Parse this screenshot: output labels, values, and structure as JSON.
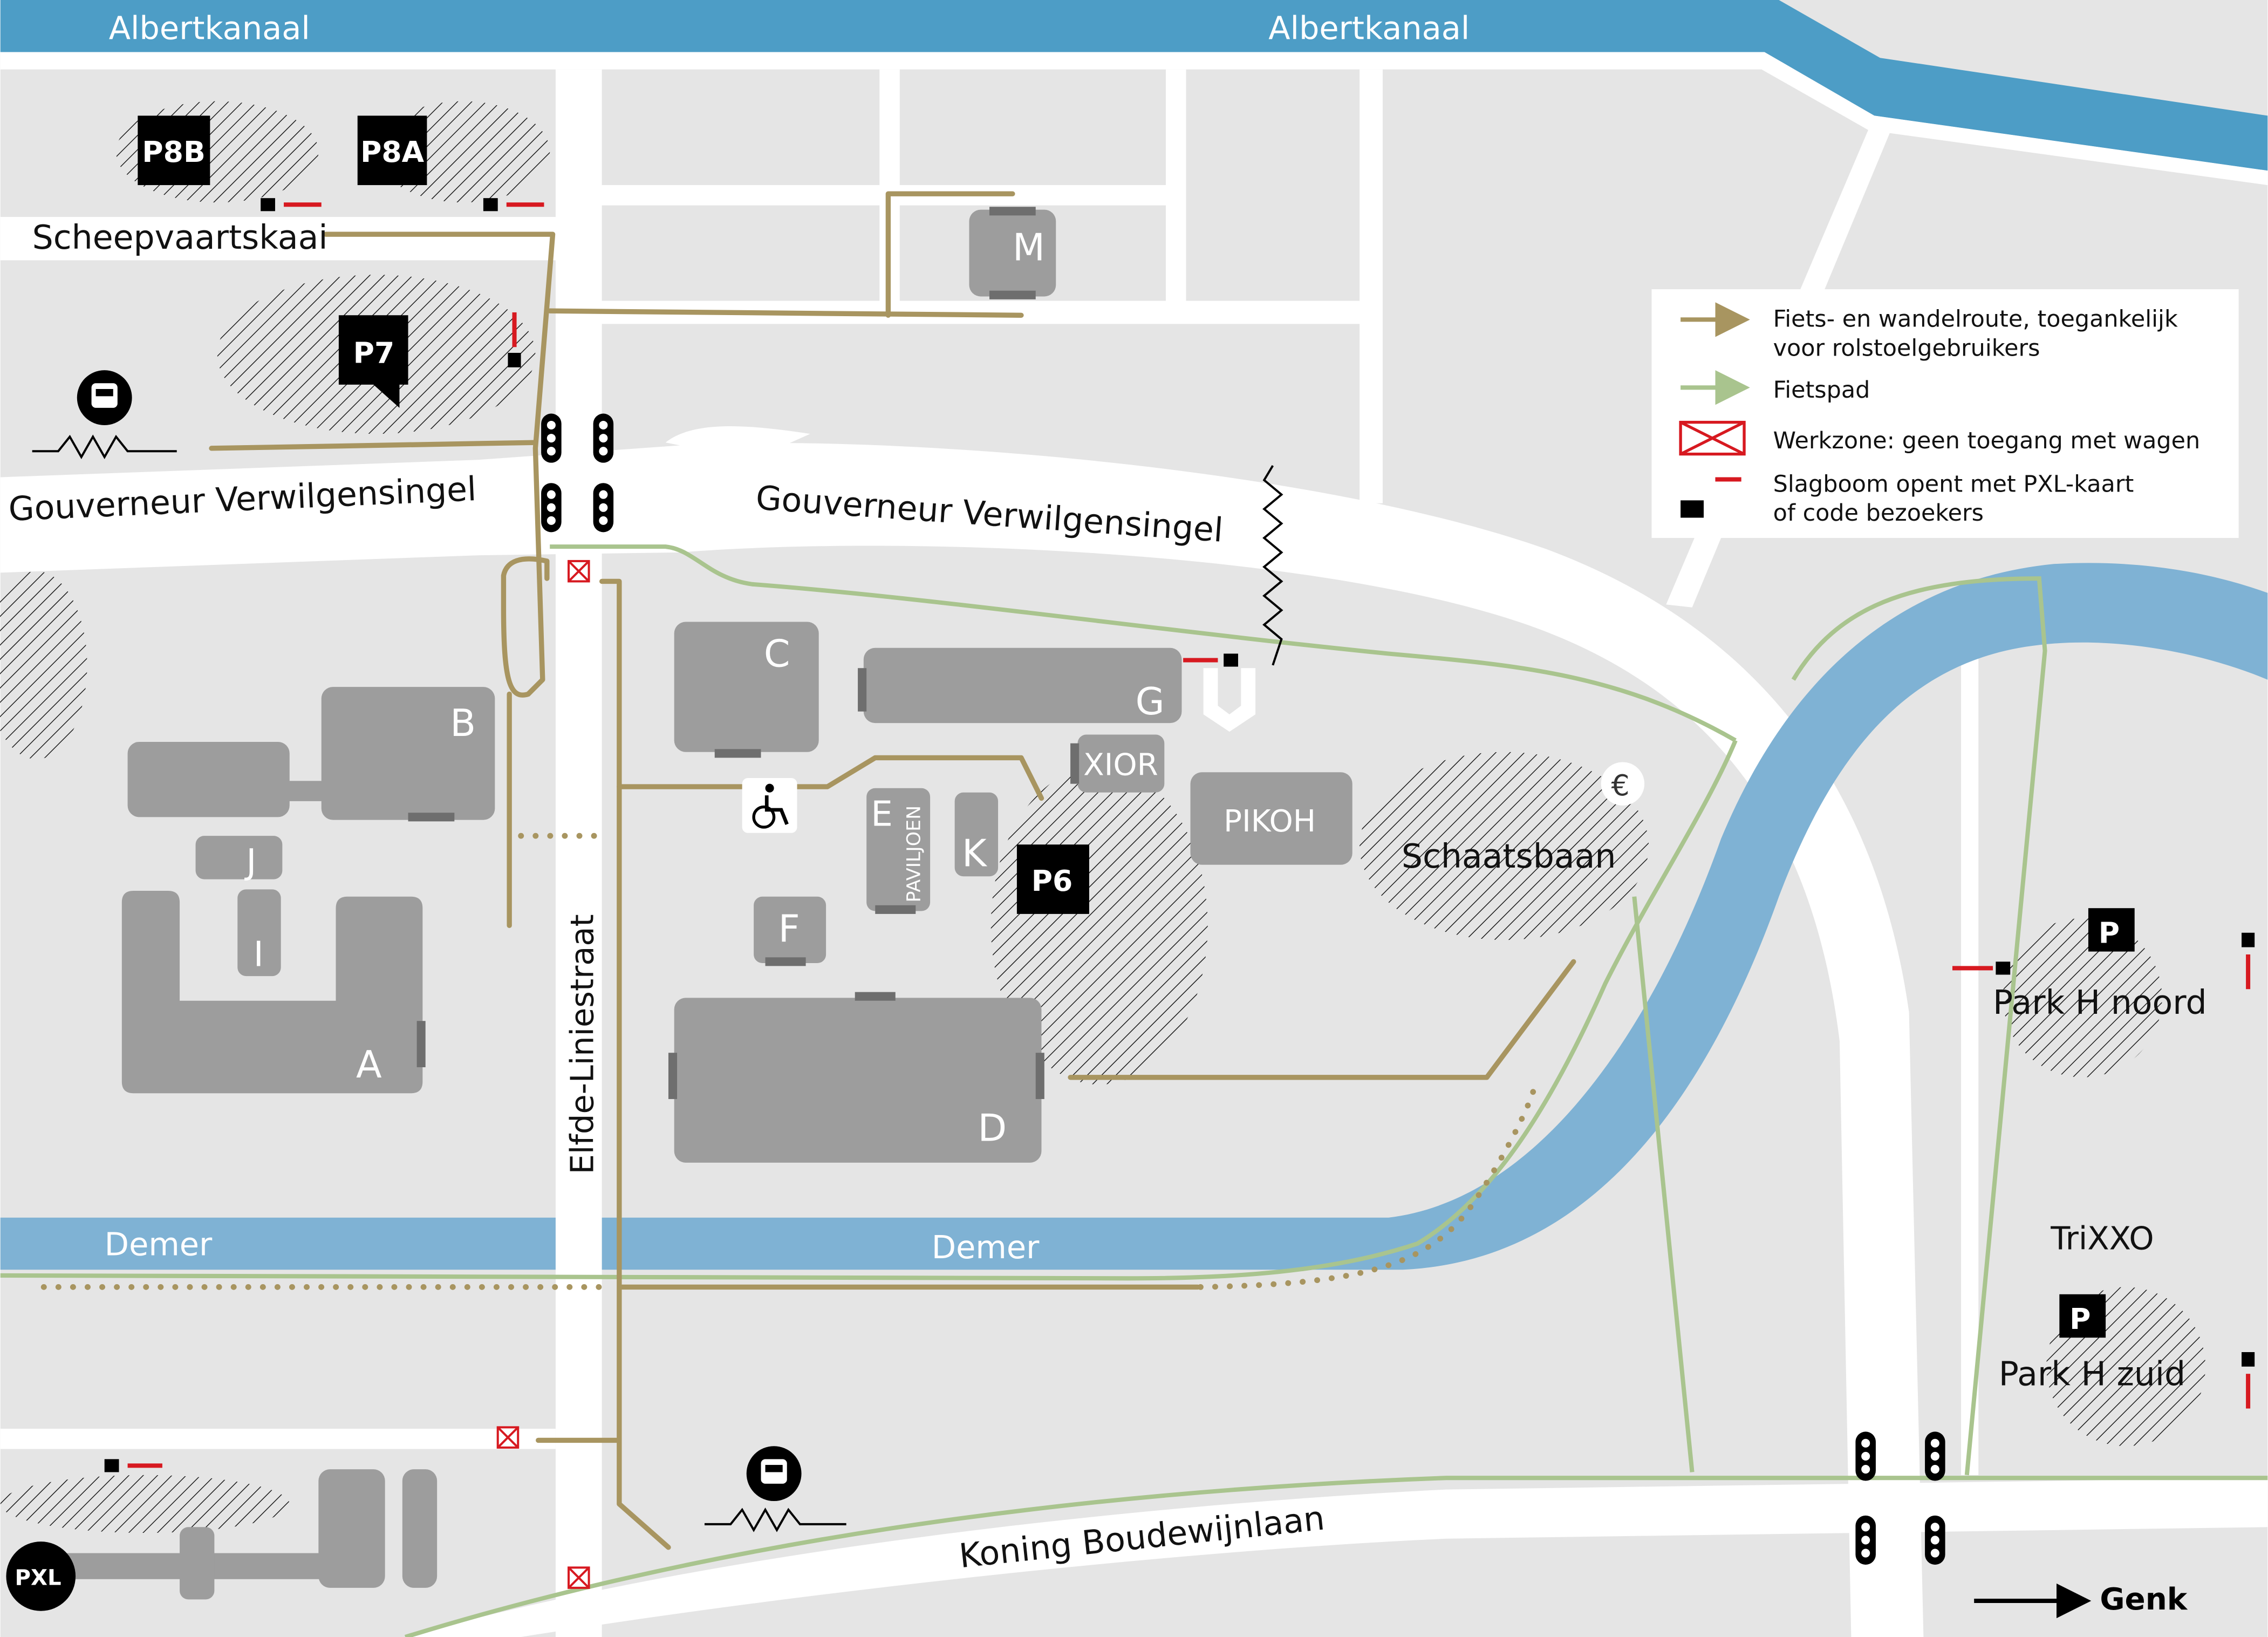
{
  "colors": {
    "background": "#e5e5e5",
    "road": "#ffffff",
    "water": "#7fb2d4",
    "building": "#9d9d9d",
    "building_dark": "#7a7a7a",
    "route_walk": "#a89560",
    "route_bike": "#a9c48e",
    "barrier": "#d71920",
    "parking_badge": "#000000",
    "hatch": "#1a1a1a"
  },
  "waterways": {
    "albertkanaal_west": "Albertkanaal",
    "albertkanaal_east": "Albertkanaal",
    "demer_west": "Demer",
    "demer_east": "Demer"
  },
  "streets": {
    "scheepvaartskaai": "Scheepvaartskaai",
    "gouverneur_west": "Gouverneur Verwilgensingel",
    "gouverneur_east": "Gouverneur Verwilgensingel",
    "elfde_liniestraat": "Elfde-Liniestraat",
    "koning_boudewijnlaan": "Koning Boudewijnlaan"
  },
  "buildings": {
    "a": "A",
    "b": "B",
    "c": "C",
    "d": "D",
    "e": "E",
    "f": "F",
    "g": "G",
    "i": "I",
    "j": "J",
    "k": "K",
    "m": "M",
    "paviljoen": "PAVILJOEN",
    "xior": "XIOR",
    "pikoh": "PIKOH"
  },
  "places": {
    "schaatsbaan": "Schaatsbaan",
    "park_h_noord": "Park H noord",
    "park_h_zuid": "Park H zuid",
    "trixxo": "TriXXO",
    "euro_symbol": "€"
  },
  "parkings": {
    "p8b": "P8B",
    "p8a": "P8A",
    "p7": "P7",
    "p6": "P6",
    "p_noord": "P",
    "p_zuid": "P"
  },
  "legend": {
    "items": [
      {
        "line1": "Fiets- en wandelroute, toegankelijk",
        "line2": "voor rolstoelgebruikers",
        "icon": "walk-route-arrow-icon"
      },
      {
        "line1": "Fietspad",
        "line2": "",
        "icon": "bike-path-arrow-icon"
      },
      {
        "line1": "Werkzone: geen toegang met wagen",
        "line2": "",
        "icon": "work-zone-icon"
      },
      {
        "line1": "Slagboom opent met PXL-kaart",
        "line2": "of code bezoekers",
        "icon": "barrier-icon"
      }
    ]
  },
  "direction": {
    "genk": "Genk"
  },
  "logo": {
    "text": "PXL"
  }
}
